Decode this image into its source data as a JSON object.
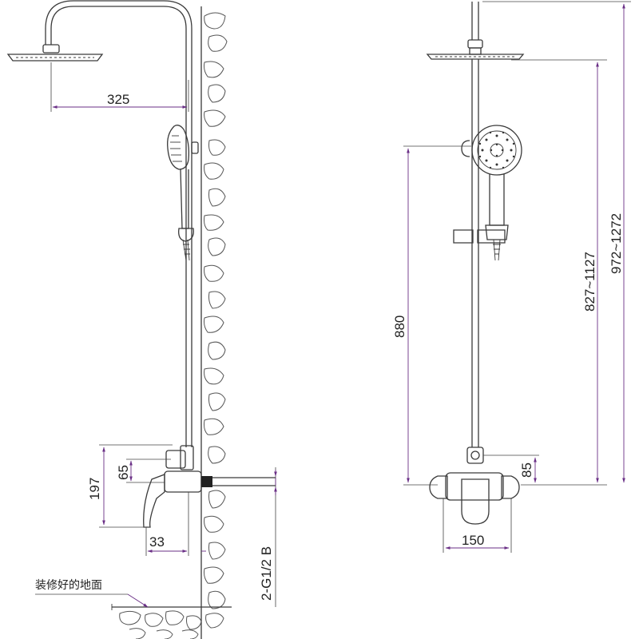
{
  "dimensions": {
    "arm_reach": "325",
    "mixer_height": "197",
    "mixer_outlet": "65",
    "mixer_depth": "33",
    "inlet_thread": "2-G1/2 B",
    "handheld_height": "880",
    "adjustable_height_a": "827~1127",
    "adjustable_height_b": "972~1272",
    "outlet_to_valve": "85",
    "inlet_spacing": "150"
  },
  "labels": {
    "floor_note": "装修好的地面"
  }
}
